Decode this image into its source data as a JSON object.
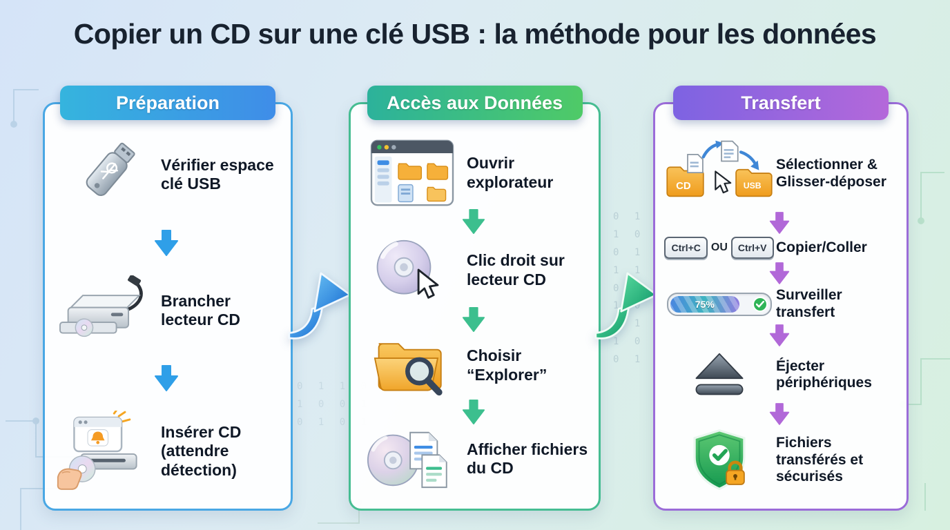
{
  "title": "Copier un CD sur une clé USB : la méthode pour les données",
  "columns": [
    {
      "header": "Préparation",
      "accent": "#49a7e4",
      "arrow_color": "#2f9fe8",
      "steps": [
        {
          "icon": "usb-key",
          "label": "Vérifier espace clé USB"
        },
        {
          "icon": "cd-drive",
          "label": "Brancher lecteur CD"
        },
        {
          "icon": "insert-cd",
          "label": "Insérer CD (attendre détection)"
        }
      ]
    },
    {
      "header": "Accès aux Données",
      "accent": "#46bd92",
      "arrow_color": "#3cbf8e",
      "steps": [
        {
          "icon": "file-explorer",
          "label": "Ouvrir explorateur"
        },
        {
          "icon": "cd-cursor",
          "label": "Clic droit sur lecteur CD"
        },
        {
          "icon": "folder-search",
          "label": "Choisir “Explorer”"
        },
        {
          "icon": "cd-files",
          "label": "Afficher fichiers du CD"
        }
      ]
    },
    {
      "header": "Transfert",
      "accent": "#9b6cd8",
      "arrow_color": "#b168d8",
      "steps": [
        {
          "icon": "drag-drop",
          "label": "Sélectionner & Glisser-déposer"
        },
        {
          "icon": "ctrl-keys",
          "label": "Copier/Coller"
        },
        {
          "icon": "progress-bar",
          "label": "Surveiller transfert"
        },
        {
          "icon": "eject",
          "label": "Éjecter périphériques"
        },
        {
          "icon": "shield-lock",
          "label": "Fichiers transférés et sécurisés"
        }
      ]
    }
  ],
  "transfer_details": {
    "cd_folder_label": "CD",
    "usb_folder_label": "USB",
    "ctrl_c_key": "Ctrl+C",
    "or_text": "OU",
    "ctrl_v_key": "Ctrl+V",
    "progress_value": "75%"
  },
  "background": {
    "binary_column_1": "0 1\n1 0\n0 1\n1 1\n0 0\n1 0\n0 1\n1 0\n0 1",
    "binary_column_2": "0 1 1 0\n1 0 0 1\n0 1 0 1"
  }
}
